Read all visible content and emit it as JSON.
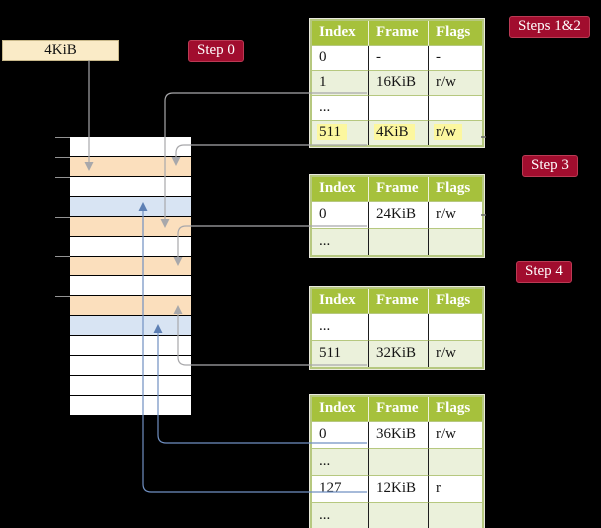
{
  "labels": {
    "frame_size_box": "4KiB",
    "step0": "Step 0",
    "steps_1_2": "Steps 1&2",
    "step3": "Step 3",
    "step4": "Step 4"
  },
  "colors": {
    "background": "#000000",
    "step_badge": "#A10D2E",
    "table_header_green": "#A6C13C",
    "table_row_green": "#EBF1DB",
    "table_border_olive": "#B6C87F",
    "highlight_yellow": "#FCF79F",
    "frame_box_cream": "#FAEBC7",
    "frame_page_table_peach": "#FBDFBD",
    "frame_data_page_blue": "#D8E4F3",
    "arrow_gray": "#A8A8AB",
    "arrow_blue": "#7090C2"
  },
  "page_tables": [
    {
      "name": "level-1-table",
      "headers": [
        "Index",
        "Frame",
        "Flags"
      ],
      "rows": [
        {
          "cells": [
            "0",
            "-",
            "-"
          ]
        },
        {
          "cells": [
            "1",
            "16KiB",
            "r/w"
          ]
        },
        {
          "cells": [
            "...",
            "",
            ""
          ]
        },
        {
          "cells": [
            "511",
            "4KiB",
            "r/w"
          ],
          "highlighted": true
        }
      ]
    },
    {
      "name": "level-2-table",
      "headers": [
        "Index",
        "Frame",
        "Flags"
      ],
      "rows": [
        {
          "cells": [
            "0",
            "24KiB",
            "r/w"
          ]
        },
        {
          "cells": [
            "...",
            "",
            ""
          ]
        }
      ]
    },
    {
      "name": "level-3-table",
      "headers": [
        "Index",
        "Frame",
        "Flags"
      ],
      "rows": [
        {
          "cells": [
            "...",
            "",
            ""
          ]
        },
        {
          "cells": [
            "511",
            "32KiB",
            "r/w"
          ]
        }
      ]
    },
    {
      "name": "level-4-table",
      "headers": [
        "Index",
        "Frame",
        "Flags"
      ],
      "rows": [
        {
          "cells": [
            "0",
            "36KiB",
            "r/w"
          ]
        },
        {
          "cells": [
            "...",
            "",
            ""
          ]
        },
        {
          "cells": [
            "127",
            "12KiB",
            "r"
          ]
        },
        {
          "cells": [
            "...",
            "",
            ""
          ]
        }
      ]
    }
  ],
  "memory": {
    "rows": [
      "free",
      "page-table",
      "free",
      "data-page",
      "page-table",
      "free",
      "page-table",
      "free",
      "page-table",
      "data-page",
      "free",
      "free",
      "free",
      "free"
    ]
  }
}
